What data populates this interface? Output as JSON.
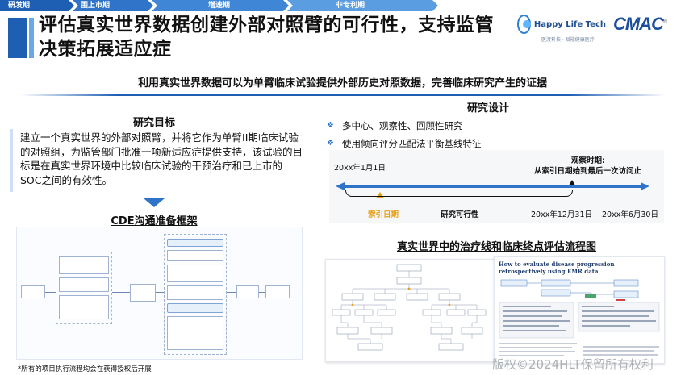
{
  "phase_bar": {
    "phases": [
      "研发期",
      "围上市期",
      "增速期",
      "非专利期"
    ]
  },
  "title": "评估真实世界数据创建外部对照臂的可行性，支持监管决策拓展适应症",
  "logos": {
    "hlt_name": "Happy Life Tech",
    "hlt_sub": "医渡科技 · 赋能健康医疗",
    "cmac": "CMAC",
    "cmac_mark": "®"
  },
  "subtitle": "利用真实世界数据可以为单臂临床试验提供外部历史对照数据，完善临床研究产生的证据",
  "research_goal": {
    "heading": "研究目标",
    "text": "建立一个真实世界的外部对照臂，并将它作为单臂II期临床试验的对照组，为监管部门批准一项新适应症提供支持，该试验的目标是在真实世界环境中比较临床试验的干预治疗和已上市的SOC之间的有效性。"
  },
  "cde": {
    "heading": "CDE沟通准备框架"
  },
  "study_design": {
    "heading": "研究设计",
    "bullets": [
      "多中心、观察性、回顾性研究",
      "使用倾向评分匹配法平衡基线特征"
    ]
  },
  "timeline": {
    "start_date": "20xx年1月1日",
    "observation_title": "观察时期:",
    "observation_desc": "从索引日期始到最后一次访问止",
    "index_label": "索引日期",
    "feasibility_label": "研究可行性",
    "date_end1": "20xx年12月31日",
    "date_end2": "20xx年6月30日"
  },
  "flow": {
    "heading": "真实世界中的治疗线和临床终点评估流程图",
    "right_title": "How to evaluate disease progression retrospectively using EMR data"
  },
  "footnote": "*所有的项目执行流程均会在获得授权后开展",
  "watermark": "版权©2024HLT保留所有权利",
  "colors": {
    "brand_blue": "#1f5fb3",
    "accent_orange": "#e8a21a",
    "cmac_red": "#d9241c"
  }
}
